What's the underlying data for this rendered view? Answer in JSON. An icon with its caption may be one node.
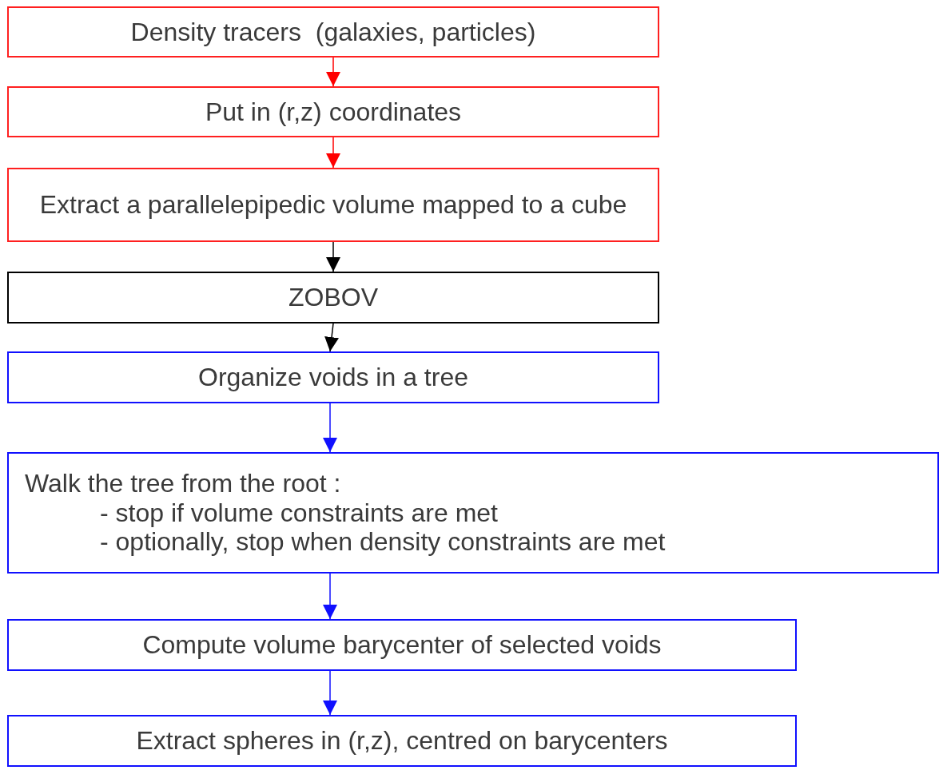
{
  "diagram": {
    "nodes": [
      {
        "text": [
          "Density tracers  (galaxies, particles)"
        ]
      },
      {
        "text": [
          "Put in (r,z) coordinates"
        ]
      },
      {
        "text": [
          "Extract a parallelepipedic volume mapped to a cube"
        ]
      },
      {
        "text": [
          "ZOBOV"
        ]
      },
      {
        "text": [
          "Organize voids in a tree"
        ]
      },
      {
        "text": [
          "Walk the tree from the root :",
          "- stop if volume constraints are met",
          "- optionally, stop when density constraints are met"
        ]
      },
      {
        "text": [
          "Compute volume barycenter of selected voids"
        ]
      },
      {
        "text": [
          "Extract spheres in (r,z), centred on barycenters"
        ]
      }
    ],
    "edges": [
      {
        "from": 0,
        "to": 1,
        "arrow": "to",
        "color": "#ff0000"
      },
      {
        "from": 1,
        "to": 2,
        "arrow": "to",
        "color": "#ff0000"
      },
      {
        "from": 2,
        "to": 3,
        "arrow": "to",
        "color": "#000000"
      },
      {
        "from": 3,
        "to": 4,
        "arrow": "to",
        "color": "#000000"
      },
      {
        "from": 4,
        "to": 5,
        "arrow": "to"
      },
      {
        "from": 5,
        "to": 6,
        "arrow": "to"
      },
      {
        "from": 6,
        "to": 7,
        "arrow": "to"
      }
    ]
  }
}
